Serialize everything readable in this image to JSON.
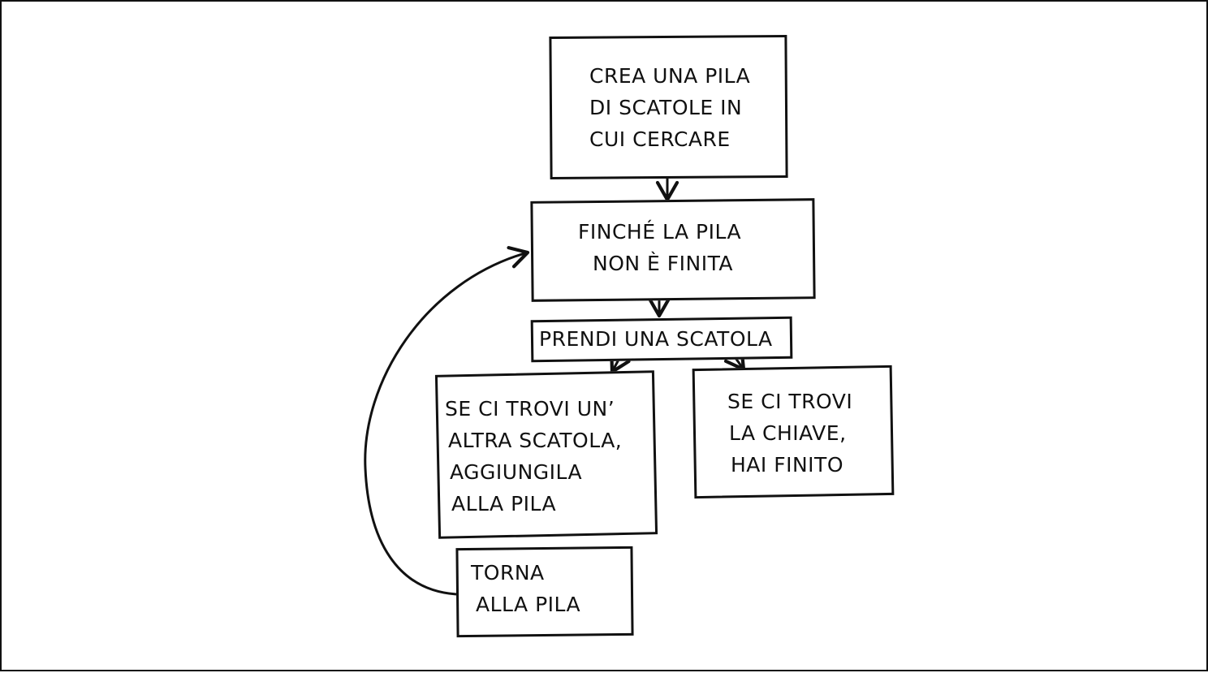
{
  "diagram": {
    "nodes": [
      {
        "id": "create",
        "lines": [
          "CREA UNA PILA",
          "DI SCATOLE IN",
          "CUI CERCARE"
        ]
      },
      {
        "id": "while",
        "lines": [
          "FINCHÉ LA PILA",
          "NON È FINITA"
        ]
      },
      {
        "id": "take",
        "lines": [
          "PRENDI UNA SCATOLA"
        ]
      },
      {
        "id": "box_found",
        "lines": [
          "SE CI TROVI UN’",
          "ALTRA SCATOLA,",
          "AGGIUNGILA",
          "ALLA PILA"
        ]
      },
      {
        "id": "key_found",
        "lines": [
          "SE CI TROVI",
          "LA CHIAVE,",
          "HAI FINITO"
        ]
      },
      {
        "id": "return",
        "lines": [
          "TORNA",
          "ALLA PILA"
        ]
      }
    ],
    "edges": [
      {
        "from": "create",
        "to": "while"
      },
      {
        "from": "while",
        "to": "take"
      },
      {
        "from": "take",
        "to": "box_found"
      },
      {
        "from": "take",
        "to": "key_found"
      },
      {
        "from": "return",
        "to": "while"
      }
    ]
  }
}
